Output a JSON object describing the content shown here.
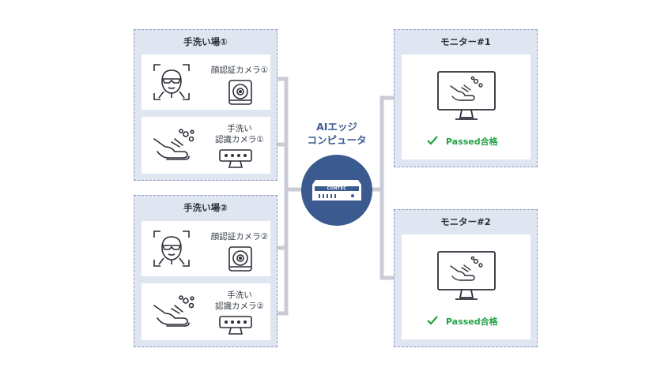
{
  "sinks": [
    {
      "title": "手洗い場①",
      "face_camera_label": "顔認証カメラ①",
      "wash_camera_label_line1": "手洗い",
      "wash_camera_label_line2": "認識カメラ①"
    },
    {
      "title": "手洗い場②",
      "face_camera_label": "顔認証カメラ②",
      "wash_camera_label_line1": "手洗い",
      "wash_camera_label_line2": "認識カメラ②"
    }
  ],
  "edge": {
    "title_line1": "AIエッジ",
    "title_line2": "コンピュータ",
    "device_brand": "CONTEC"
  },
  "monitors": [
    {
      "title": "モニター#1",
      "status": "Passed合格"
    },
    {
      "title": "モニター#2",
      "status": "Passed合格"
    }
  ],
  "colors": {
    "panel_bg": "#dfe6f2",
    "connector": "#c9ccd4",
    "hub": "#3b5a8f",
    "passed": "#22a346"
  }
}
